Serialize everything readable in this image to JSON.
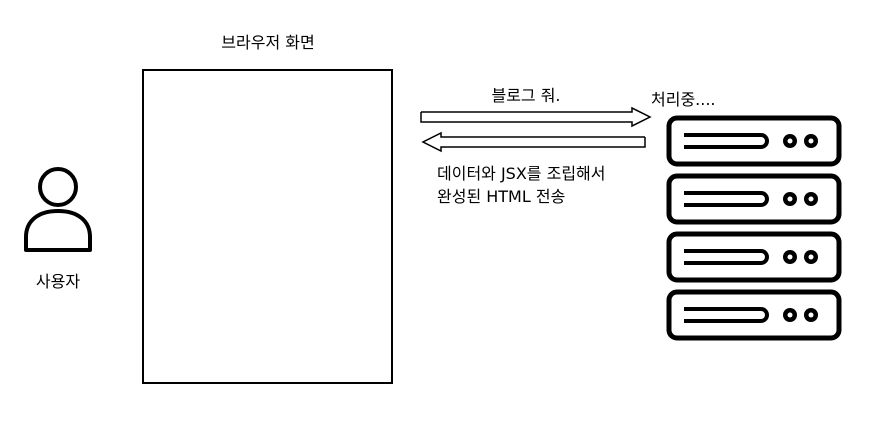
{
  "browser": {
    "title": "브라우저 화면"
  },
  "user": {
    "label": "사용자",
    "icon": "user-icon"
  },
  "server": {
    "status": "처리중....",
    "icon": "server-rack-icon",
    "units": 4
  },
  "request": {
    "label": "블로그 줘."
  },
  "response": {
    "line1": "데이터와 JSX를 조립해서",
    "line2": "완성된 HTML 전송"
  },
  "colors": {
    "stroke": "#000000",
    "background": "#ffffff"
  }
}
